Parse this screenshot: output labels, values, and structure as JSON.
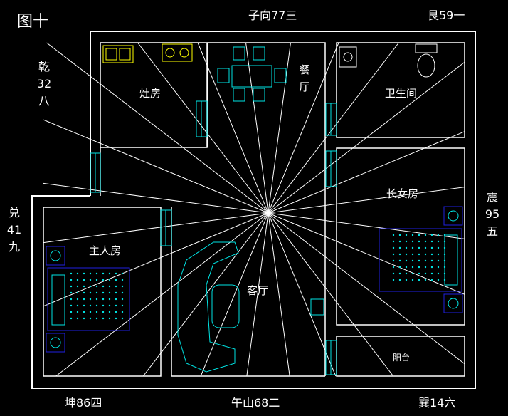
{
  "title": "图十",
  "directions": {
    "top_center": "子向77三",
    "top_right": "艮59一",
    "bottom_left": "坤86四",
    "bottom_center": "午山68二",
    "bottom_right": "巽14六",
    "left_upper": [
      "乾",
      "32",
      "八"
    ],
    "left_lower": [
      "兑",
      "41",
      "九"
    ],
    "right": [
      "震",
      "95",
      "五"
    ]
  },
  "rooms": {
    "kitchen": "灶房",
    "dining": [
      "餐",
      "厅"
    ],
    "bathroom": "卫生间",
    "eldest_daughter": "长女房",
    "master": "主人房",
    "living": "客厅",
    "balcony": "阳台"
  },
  "colors": {
    "wall": "#ffffff",
    "furniture": "#00e5e5",
    "bed": "#2020e0",
    "fixture": "#ffff00"
  }
}
